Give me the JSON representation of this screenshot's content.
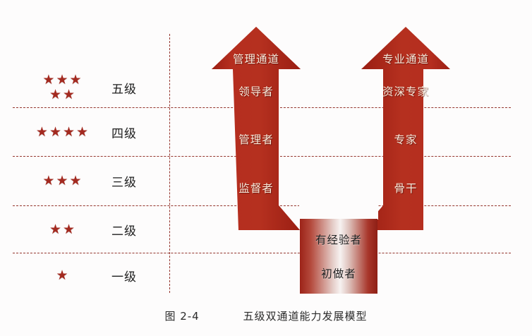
{
  "figure": {
    "background_color": "#fdfcfc",
    "accent_red": "#b0281c",
    "star_color": "#a32a20",
    "dash_color": "#8f2b22",
    "arrow_text_color": "#f7e9da"
  },
  "levels": [
    {
      "stars_rows": [
        3,
        2
      ],
      "star_count": 5,
      "label": "五级"
    },
    {
      "stars_rows": [
        4
      ],
      "star_count": 4,
      "label": "四级"
    },
    {
      "stars_rows": [
        3
      ],
      "star_count": 3,
      "label": "三级"
    },
    {
      "stars_rows": [
        2
      ],
      "star_count": 2,
      "label": "二级"
    },
    {
      "stars_rows": [
        1
      ],
      "star_count": 1,
      "label": "一级"
    }
  ],
  "management_channel": {
    "title": "管理通道",
    "stages": [
      "领导者",
      "管理者",
      "监督者"
    ]
  },
  "professional_channel": {
    "title": "专业通道",
    "stages": [
      "资深专家",
      "专家",
      "骨干"
    ]
  },
  "shared_base": {
    "stages": [
      "有经验者",
      "初做者"
    ]
  },
  "caption": {
    "number": "图 2-4",
    "title": "五级双通道能力发展模型"
  },
  "icons": {
    "star": "★"
  }
}
